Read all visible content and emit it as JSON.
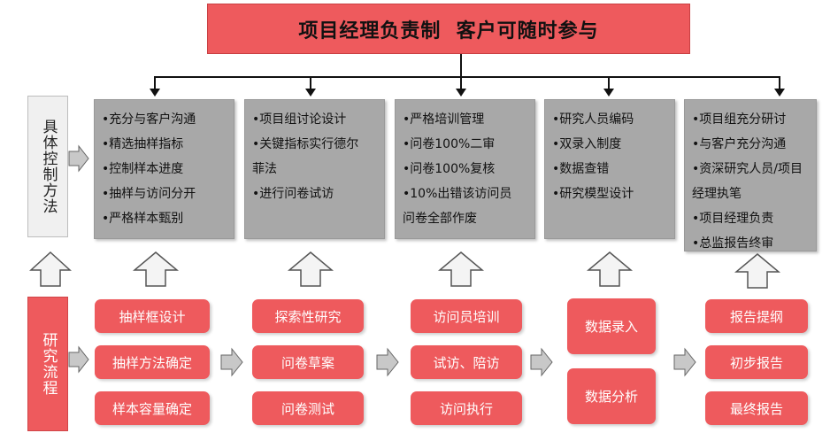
{
  "title": "项目经理负责制  客户可随时参与",
  "labels": {
    "control_methods": "具体控制方法",
    "research_process": "研究流程"
  },
  "methods": [
    {
      "items": [
        "•充分与客户沟通",
        "•精选抽样指标",
        "•控制样本进度",
        "•抽样与访问分开",
        "•严格样本甄别"
      ]
    },
    {
      "items": [
        "•项目组讨论设计",
        "•关键指标实行德尔",
        "菲法",
        "•进行问卷试访"
      ]
    },
    {
      "items": [
        "•严格培训管理",
        "•问卷100%二审",
        "•问卷100%复核",
        "•10%出错该访问员",
        "问卷全部作废"
      ]
    },
    {
      "items": [
        "•研究人员编码",
        "•双录入制度",
        "•数据查错",
        "•研究模型设计"
      ]
    },
    {
      "items": [
        "•项目组充分研讨",
        "•与客户充分沟通",
        "•资深研究人员/项目",
        "经理执笔",
        "•项目经理负责",
        "•总监报告终审"
      ]
    }
  ],
  "steps": [
    [
      "抽样框设计",
      "抽样方法确定",
      "样本容量确定"
    ],
    [
      "探索性研究",
      "问卷草案",
      "问卷测试"
    ],
    [
      "访问员培训",
      "试访、陪访",
      "访问执行"
    ],
    [
      "数据录入",
      "数据分析"
    ],
    [
      "报告提纲",
      "初步报告",
      "最终报告"
    ]
  ],
  "colors": {
    "accent_red": "#ee5a5d",
    "method_gray": "#a8a8a8",
    "arrow_gray": "#c8c8c8"
  }
}
